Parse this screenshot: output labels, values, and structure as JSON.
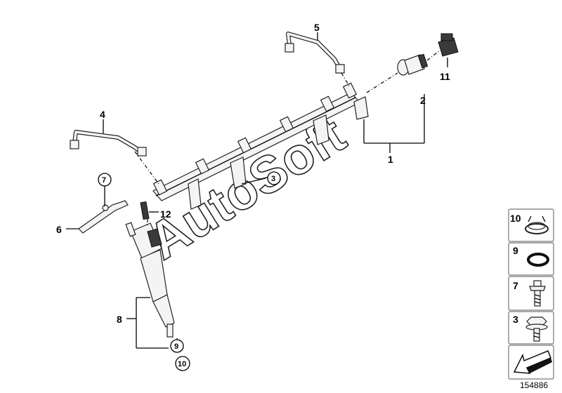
{
  "callouts": {
    "c1": "1",
    "c2": "2",
    "c3": "3",
    "c4": "4",
    "c5": "5",
    "c6": "6",
    "c7": "7",
    "c8": "8",
    "c9": "9",
    "c10": "10",
    "c11": "11",
    "c12": "12"
  },
  "legend": {
    "row1": "10",
    "row2": "9",
    "row3": "7",
    "row4": "3"
  },
  "watermark": "AutoSoft",
  "part_number": "154886"
}
